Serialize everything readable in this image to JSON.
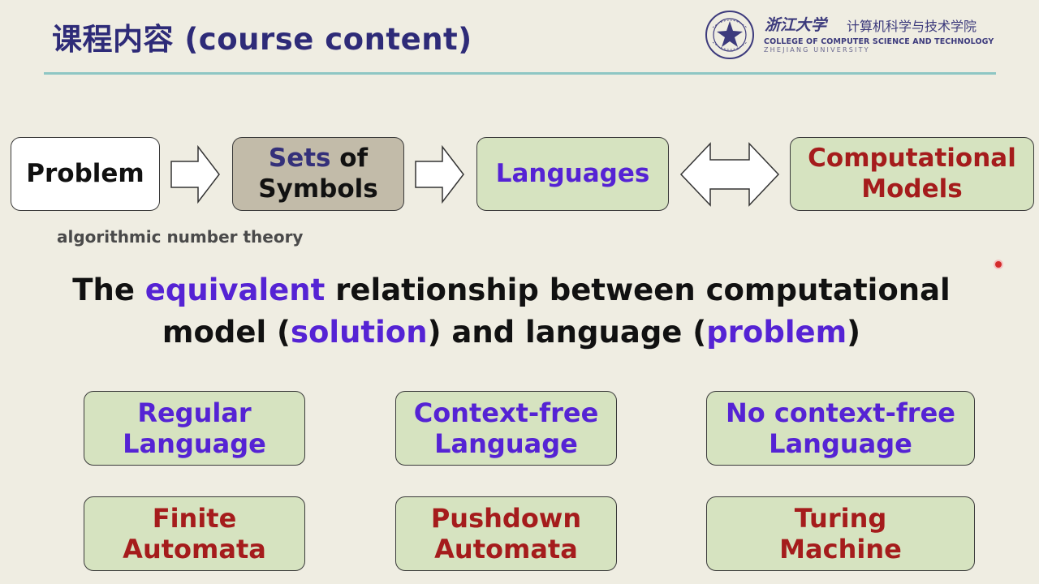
{
  "header": {
    "title": "课程内容 (course content)",
    "university_cn": "浙江大学",
    "college_cn": "计算机科学与技术学院",
    "college_en": "COLLEGE OF COMPUTER SCIENCE AND TECHNOLOGY",
    "university_en": "ZHEJIANG UNIVERSITY",
    "seal_text": "ZHEJIANG UNIVERSITY 1897"
  },
  "flow": {
    "problem": "Problem",
    "sets_a": "Sets",
    "sets_b": " of",
    "sets_c": "Symbols",
    "languages": "Languages",
    "computational_1": "Computational",
    "computational_2": "Models"
  },
  "note": "algorithmic number theory",
  "statement": {
    "p1": "The ",
    "p2": "equivalent",
    "p3": " relationship between computational",
    "p4": "model (",
    "p5": "solution",
    "p6": ") and language (",
    "p7": "problem",
    "p8": ")"
  },
  "languages": [
    {
      "l1": "Regular",
      "l2": "Language"
    },
    {
      "l1": "Context-free",
      "l2": "Language"
    },
    {
      "l1": "No context-free",
      "l2": "Language"
    }
  ],
  "machines": [
    {
      "l1": "Finite",
      "l2": "Automata"
    },
    {
      "l1": "Pushdown",
      "l2": "Automata"
    },
    {
      "l1": "Turing",
      "l2": "Machine"
    }
  ],
  "colors": {
    "background": "#efede2",
    "title": "#2e2b78",
    "purple_highlight": "#5523d4",
    "red_text": "#a51c1c",
    "green_box": "#d6e3c0",
    "gray_box": "#c2bba9",
    "rule": "#8ec6c4"
  }
}
